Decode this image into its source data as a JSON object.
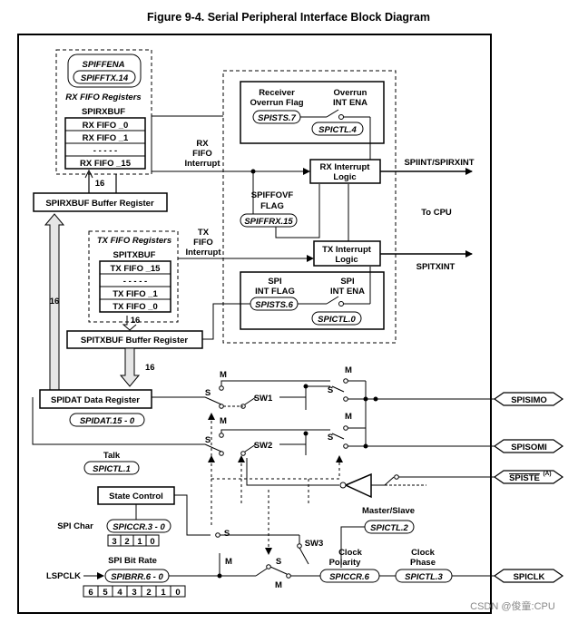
{
  "title": "Figure 9-4. Serial Peripheral Interface Block Diagram",
  "watermark": "CSDN @俊童:CPU",
  "rx_fifo": {
    "spiffena": "SPIFFENA",
    "spifftx14": "SPIFFTX.14",
    "heading": "RX FIFO Registers",
    "buf": "SPIRXBUF",
    "items": [
      "RX FIFO _0",
      "RX FIFO _1",
      "- - - - -",
      "RX FIFO _15"
    ]
  },
  "rxbuf_reg": "SPIRXBUF Buffer Register",
  "tx_fifo": {
    "heading": "TX FIFO Registers",
    "buf": "SPITXBUF",
    "items": [
      "TX FIFO _15",
      "- - - - -",
      "TX FIFO _1",
      "TX FIFO _0"
    ]
  },
  "txbuf_reg": "SPITXBUF Buffer Register",
  "bus_width": "16",
  "rx_fifo_int": [
    "RX",
    "FIFO",
    "Interrupt"
  ],
  "tx_fifo_int": [
    "TX",
    "FIFO",
    "Interrupt"
  ],
  "receiver": {
    "line1": "Receiver",
    "line2": "Overrun Flag",
    "reg": "SPISTS.7"
  },
  "overrun_ena": {
    "line1": "Overrun",
    "line2": "INT ENA",
    "reg": "SPICTL.4"
  },
  "rx_logic": [
    "RX Interrupt",
    "Logic"
  ],
  "tx_logic": [
    "TX Interrupt",
    "Logic"
  ],
  "spiffovf": {
    "line1": "SPIFFOVF",
    "line2": "FLAG",
    "reg": "SPIFFRX.15"
  },
  "spi_int_flag": {
    "line1": "SPI",
    "line2": "INT FLAG",
    "reg": "SPISTS.6"
  },
  "spi_int_ena": {
    "line1": "SPI",
    "line2": "INT ENA",
    "reg": "SPICTL.0"
  },
  "outputs": {
    "rxint": "SPIINT/SPIRXINT",
    "tocpu": "To CPU",
    "txint": "SPITXINT"
  },
  "spidat": {
    "label": "SPIDAT Data Register",
    "reg": "SPIDAT.15 - 0"
  },
  "talk": {
    "label": "Talk",
    "reg": "SPICTL.1"
  },
  "switches": {
    "m": "M",
    "s": "S",
    "sw1": "SW1",
    "sw2": "SW2",
    "sw3": "SW3"
  },
  "pins": {
    "simo": "SPISIMO",
    "somi": "SPISOMI",
    "ste": "SPISTE",
    "ste_sup": "(A)",
    "clk": "SPICLK"
  },
  "state_control": "State Control",
  "spi_char": {
    "label": "SPI Char",
    "reg": "SPICCR.3 - 0",
    "bits": [
      "3",
      "2",
      "1",
      "0"
    ]
  },
  "spi_bit_rate": {
    "label": "SPI Bit Rate",
    "reg": "SPIBRR.6 - 0",
    "bits": [
      "6",
      "5",
      "4",
      "3",
      "2",
      "1",
      "0"
    ]
  },
  "lspclk": "LSPCLK",
  "master_slave": {
    "label": "Master/Slave",
    "reg": "SPICTL.2"
  },
  "clock_polarity": {
    "line1": "Clock",
    "line2": "Polarity",
    "reg": "SPICCR.6"
  },
  "clock_phase": {
    "line1": "Clock",
    "line2": "Phase",
    "reg": "SPICTL.3"
  }
}
